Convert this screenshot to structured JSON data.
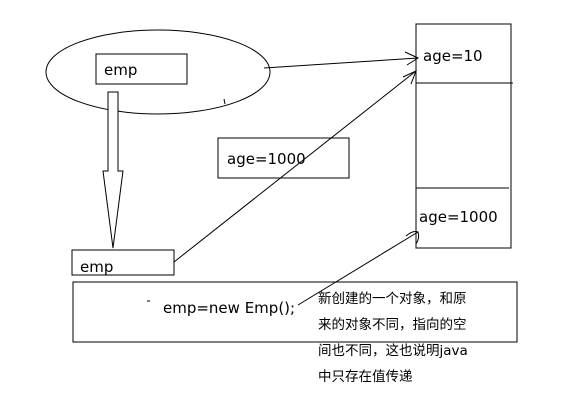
{
  "stack_top_box": {
    "text": "emp"
  },
  "middle_box": {
    "text": "age=1000"
  },
  "stack_bottom_box": {
    "text": "emp"
  },
  "heap_top_cell": {
    "text": "age=10"
  },
  "heap_bottom_cell": {
    "text": "age=1000"
  },
  "code_box": {
    "text": "emp=new Emp();"
  },
  "annotation": {
    "text": "新创建的一个对象，和原\n来的对象不同，指向的空\n间也不同，这也说明java\n中只存在值传递"
  }
}
